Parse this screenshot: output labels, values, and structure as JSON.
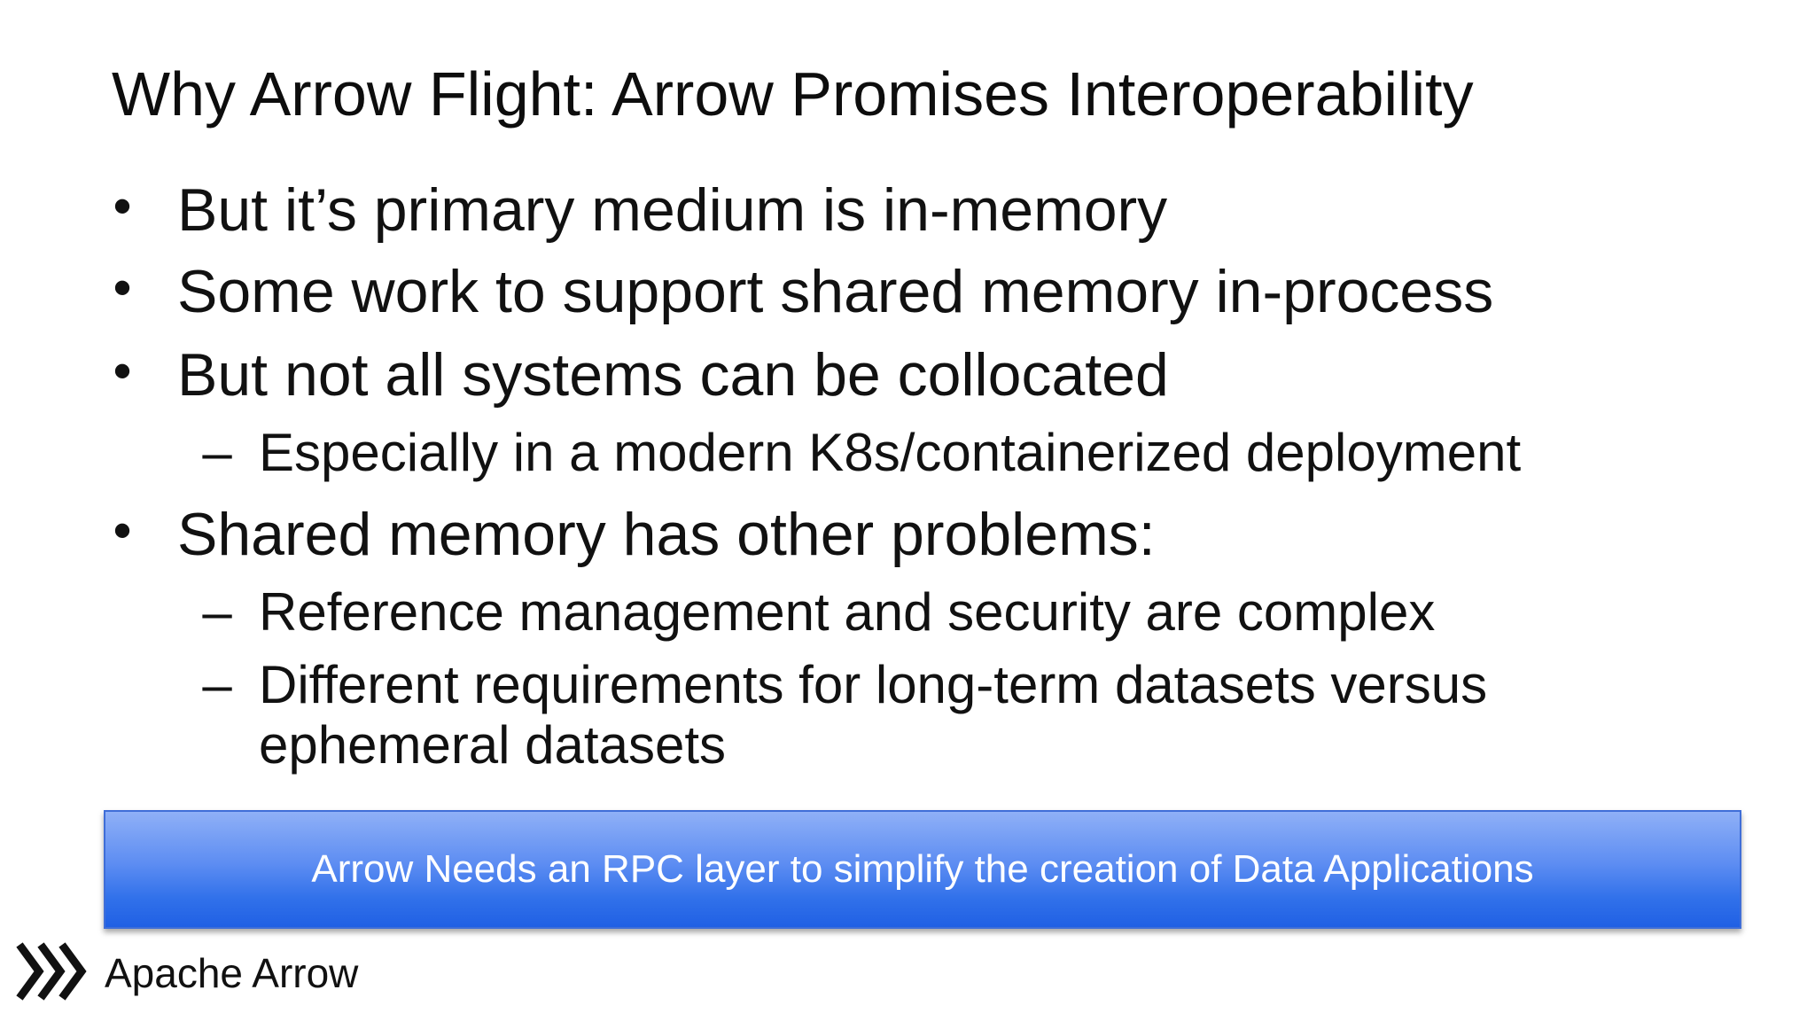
{
  "slide": {
    "title": "Why Arrow Flight: Arrow Promises Interoperability",
    "bullets": [
      {
        "level": 1,
        "marker": "•",
        "text": "But it’s primary medium is in-memory"
      },
      {
        "level": 1,
        "marker": "•",
        "text": "Some work to support shared memory in-process"
      },
      {
        "level": 1,
        "marker": "•",
        "text": "But not all systems can be collocated"
      },
      {
        "level": 2,
        "marker": "–",
        "text": "Especially in a modern K8s/containerized deployment"
      },
      {
        "level": 1,
        "marker": "•",
        "text": "Shared memory has other problems:"
      },
      {
        "level": 2,
        "marker": "–",
        "text": "Reference management and security are complex"
      },
      {
        "level": 2,
        "marker": "–",
        "text": "Different requirements for long-term datasets versus"
      },
      {
        "level": 2,
        "marker": "",
        "text": "ephemeral datasets"
      }
    ],
    "callout": "Arrow Needs an RPC layer to simplify the creation of Data Applications"
  },
  "footer": {
    "logo_icon": "apache-arrow-chevrons-icon",
    "label": "Apache Arrow"
  },
  "colors": {
    "callout_top": "#8fb0f7",
    "callout_bottom": "#2060e4",
    "text": "#111111"
  }
}
